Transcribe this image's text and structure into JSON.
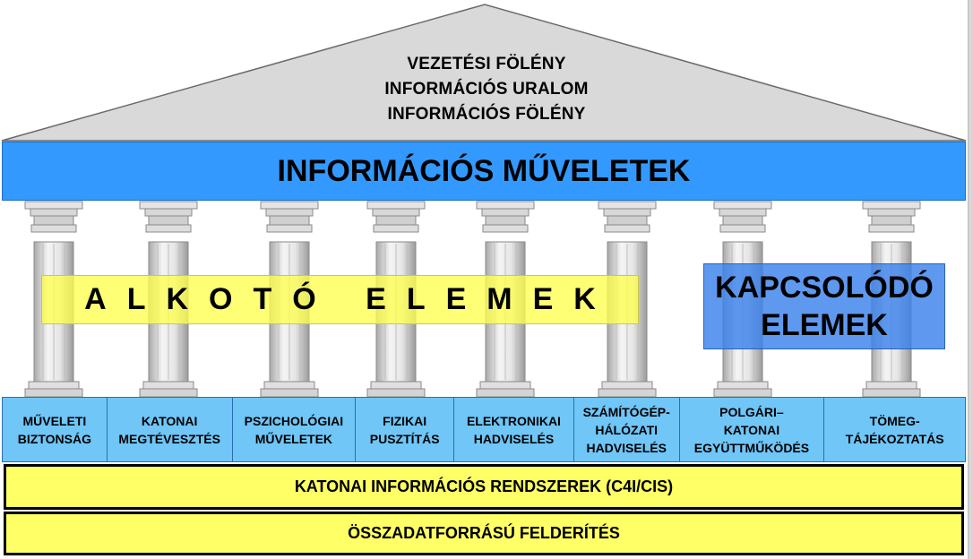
{
  "roof": {
    "line1": "VEZETÉSI FÖLÉNY",
    "line2": "INFORMÁCIÓS URALOM",
    "line3": "INFORMÁCIÓS FÖLÉNY"
  },
  "beam": {
    "label": "INFORMÁCIÓS MŰVELETEK"
  },
  "overlays": {
    "alkoto": "ALKOTÓ ELEMEK",
    "kapcsolodo_line1": "KAPCSOLÓDÓ",
    "kapcsolodo_line2": "ELEMEK"
  },
  "base_cells": [
    [
      "MŰVELETI",
      "BIZTONSÁG"
    ],
    [
      "KATONAI",
      "MEGTÉVESZTÉS"
    ],
    [
      "PSZICHOLÓGIAI",
      "MŰVELETEK"
    ],
    [
      "FIZIKAI",
      "PUSZTÍTÁS"
    ],
    [
      "ELEKTRONIKAI",
      "HADVISELÉS"
    ],
    [
      "SZÁMÍTÓGÉP-",
      "HÁLÓZATI",
      "HADVISELÉS"
    ],
    [
      "POLGÁRI–",
      "KATONAI",
      "EGYÜTTMŰKÖDÉS"
    ],
    [
      "TÖMEG-",
      "TÁJÉKOZTATÁS"
    ]
  ],
  "bars": {
    "katonai": "KATONAI INFORMÁCIÓS RENDSZEREK (C4I/CIS)",
    "osszadat": "ÖSSZADATFORRÁSÚ FELDERÍTÉS"
  },
  "colors": {
    "roof_fill": "#d9d9d9",
    "beam_fill": "#3399ff",
    "column_fill": "#dcdcdc",
    "base_fill": "#6fc6f7",
    "bar_fill": "#ffff66",
    "alkoto_fill": "#ffff50",
    "kapcsolodo_fill": "#3c82eb"
  }
}
